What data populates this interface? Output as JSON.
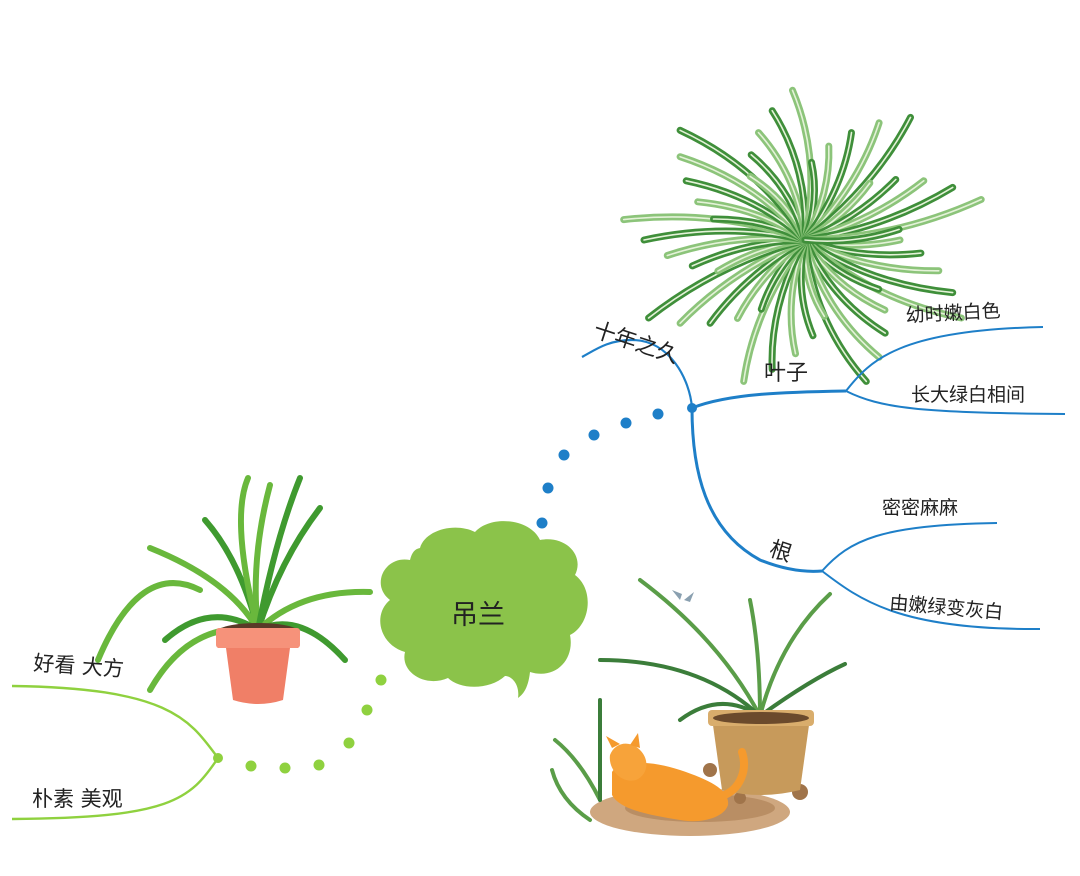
{
  "center": {
    "label": "吊兰",
    "color": "#8bc34a"
  },
  "branches": {
    "blue": {
      "color": "#1e7fc8",
      "main_label": "十年之久",
      "sub": [
        {
          "label": "叶子",
          "leaves": [
            "幼时嫩白色",
            "长大绿白相间"
          ]
        },
        {
          "label": "根",
          "leaves": [
            "密密麻麻",
            "由嫩绿变灰白"
          ]
        }
      ]
    },
    "green": {
      "color": "#8fd13f",
      "leaves": [
        "好看 大方",
        "朴素 美观"
      ]
    }
  },
  "illustrations": [
    "spider-plant-top-view",
    "spider-plant-pot",
    "cat-with-plant"
  ]
}
